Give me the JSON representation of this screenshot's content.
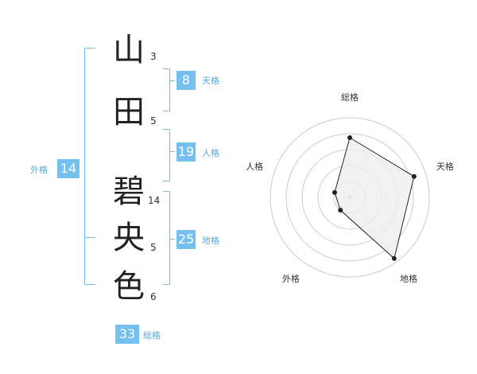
{
  "name": {
    "chars": [
      "山",
      "田",
      "碧",
      "央",
      "色"
    ],
    "strokes": [
      "3",
      "5",
      "14",
      "5",
      "6"
    ]
  },
  "fortunes": {
    "ten": {
      "value": "8",
      "label": "天格"
    },
    "jin": {
      "value": "19",
      "label": "人格"
    },
    "chi": {
      "value": "25",
      "label": "地格"
    },
    "gai": {
      "value": "14",
      "label": "外格"
    },
    "so": {
      "value": "33",
      "label": "総格"
    }
  },
  "radar": {
    "axes": [
      "総格",
      "天格",
      "地格",
      "外格",
      "人格"
    ],
    "levels": 5,
    "values": [
      0.75,
      0.85,
      0.95,
      0.2,
      0.2
    ]
  },
  "colors": {
    "accent": "#76c0ef",
    "accent_text": "#53ace6",
    "polygon_fill": "#eeeeee",
    "ring": "#cccccc"
  }
}
